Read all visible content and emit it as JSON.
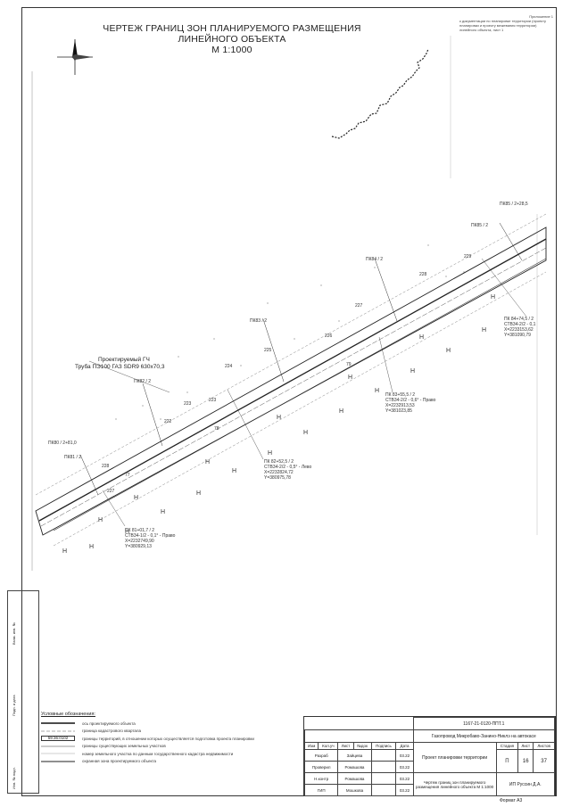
{
  "title": {
    "line1": "ЧЕРТЕЖ ГРАНИЦ ЗОН ПЛАНИРУЕМОГО РАЗМЕЩЕНИЯ ЛИНЕЙНОГО ОБЪЕКТА",
    "line2": "М 1:1000"
  },
  "appendix": {
    "heading": "Приложение 1",
    "text": "к документации по планировке территории (проекту планировки и проекту межевания территории) линейного объекта, лист 1"
  },
  "pipe": {
    "label_line1": "Проектируемый ГЧ",
    "label_line2": "Труба ПЭ100 ГАЗ SDR9 630х70,3"
  },
  "pickets": [
    {
      "id": "pk85_top",
      "text": "ПК85 / 2+28,5"
    },
    {
      "id": "pk85",
      "text": "ПК85 / 2"
    },
    {
      "id": "pk84",
      "text": "ПК84 / 2"
    },
    {
      "id": "pk83",
      "text": "ПК83 / 2"
    },
    {
      "id": "pk82",
      "text": "ПК82 / 2"
    },
    {
      "id": "pk81",
      "text": "ПК81 / 2"
    },
    {
      "id": "pk80",
      "text": "ПК80 / 2+81,0"
    }
  ],
  "points": {
    "p1": {
      "lines": [
        "ПК 84+74,5 / 2",
        "СТВ34-2/2 - 0,1",
        "X=2233153,62",
        "Y=381090,79"
      ]
    },
    "p2": {
      "lines": [
        "ПК 83+55,5 / 2",
        "СТВ34-2/2 - 0,6° - Право",
        "X=2232913,53",
        "Y=381023,85"
      ]
    },
    "p3": {
      "lines": [
        "ПК 82+52,5 / 2",
        "СТВ34-2/2 - 0,5° - Лево",
        "X=2232824,72",
        "Y=380975,78"
      ]
    },
    "p4": {
      "lines": [
        "ПК 81+01,7 / 2",
        "СТВ34-1/2 - 0,1° - Право",
        "X=2232749,90",
        "Y=380929,13"
      ]
    }
  },
  "contour_labels": [
    "229",
    "228",
    "227",
    "226",
    "225",
    "224",
    "223",
    "222",
    "79",
    "78",
    "77",
    "223",
    "228",
    "227"
  ],
  "legend": {
    "title": "Условные обозначения:",
    "items": [
      "ось проектируемого объекта",
      "граница кадастрового квартала",
      "границы территорий, в отношении которых осуществляется подготовка проекта планировки",
      "границы существующих земельных участков",
      "номер земельного участка по данным государственного кадастра недвижимости",
      "охранная зона проектируемого объекта"
    ],
    "sample_number": "59:36:0102"
  },
  "stamp": {
    "code": "1167-21-0120-ППТ.1",
    "object": "Газопровод Микробаво-Занино-Никлэ на автокасе",
    "cols": [
      "Изм",
      "Кол.уч",
      "Лист",
      "№док",
      "Подпись",
      "Дата"
    ],
    "rows": [
      {
        "role": "Разраб",
        "name": "Зайцева",
        "date": "03.22"
      },
      {
        "role": "Проверил",
        "name": "Ромашова",
        "date": "03.22"
      },
      {
        "role": "Н.контр",
        "name": "Ромашова",
        "date": "03.22"
      },
      {
        "role": "ГИП",
        "name": "Мошкова",
        "date": "03.22"
      }
    ],
    "project": "Проект планировки территории",
    "stage_head": "Стадия",
    "sheet_head": "Лист",
    "sheets_head": "Листов",
    "stage": "П",
    "sheet": "16",
    "sheets": "37",
    "drawing": "Чертеж границ зон планируемого размещения линейного объекта М 1:1000",
    "company": "ИП Руссин Д.А."
  },
  "side_stamp": [
    "Взам. инв. №",
    "Подп. и дата",
    "Инв. № подл."
  ],
  "format": "Формат А3"
}
